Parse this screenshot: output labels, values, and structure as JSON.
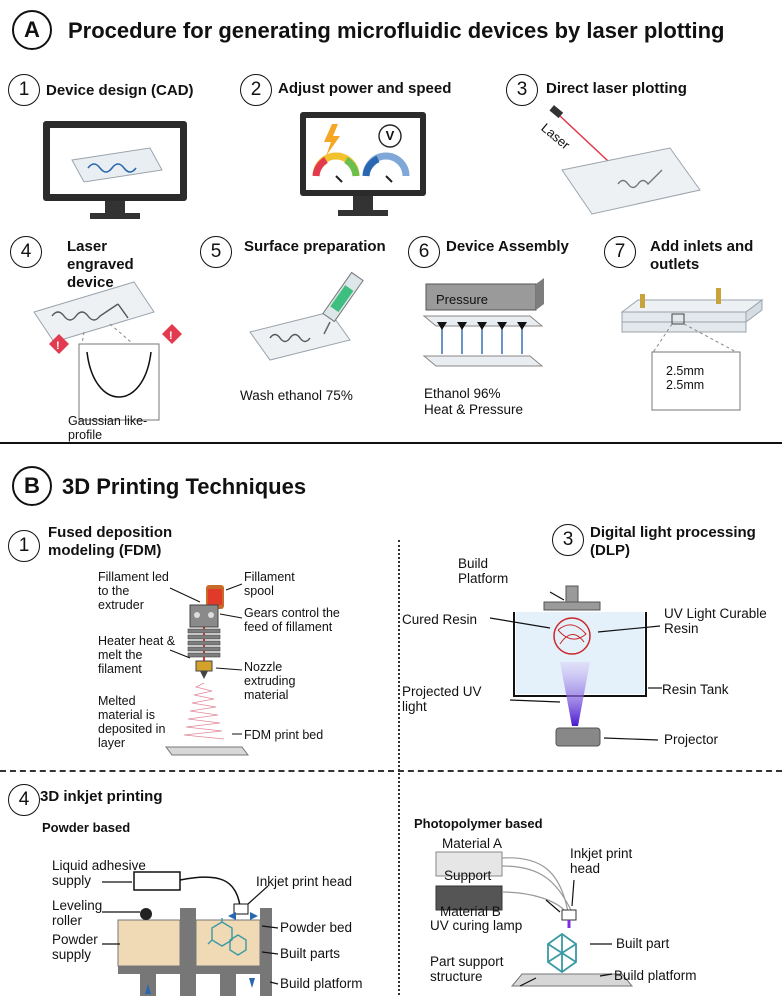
{
  "section_a": {
    "letter": "A",
    "title": "Procedure for generating microfluidic devices by laser plotting",
    "steps": [
      {
        "num": "1",
        "label": "Device design (CAD)"
      },
      {
        "num": "2",
        "label": "Adjust power and speed"
      },
      {
        "num": "3",
        "label": "Direct laser plotting"
      },
      {
        "num": "4",
        "label": "Laser engraved device"
      },
      {
        "num": "5",
        "label": "Surface preparation"
      },
      {
        "num": "6",
        "label": "Device Assembly"
      },
      {
        "num": "7",
        "label": "Add inlets and outlets"
      }
    ],
    "laser_text": "Laser",
    "gauge_v": "V",
    "gaussian": "Gaussian like-profile",
    "wash": "Wash ethanol 75%",
    "pressure": "Pressure",
    "assembly_note_1": "Ethanol 96%",
    "assembly_note_2": "Heat & Pressure",
    "dim_1": "2.5mm",
    "dim_2": "2.5mm"
  },
  "section_b": {
    "letter": "B",
    "title": "3D Printing Techniques",
    "fdm": {
      "num": "1",
      "title": "Fused deposition modeling (FDM)",
      "fil_led": "Fillament led to the extruder",
      "spool": "Fillament spool",
      "gears": "Gears control the feed  of fillament",
      "heater": "Heater heat & melt the filament",
      "nozzle": "Nozzle extruding material",
      "melted": "Melted material is deposited in layer",
      "bed": "FDM print bed"
    },
    "dlp": {
      "num": "3",
      "title": "Digital light processing (DLP)",
      "build_platform": "Build Platform",
      "cured": "Cured Resin",
      "uv_resin": "UV Light Curable Resin",
      "projected": "Projected UV light",
      "tank": "Resin Tank",
      "projector": "Projector"
    },
    "inkjet": {
      "num": "4",
      "title": "3D inkjet printing",
      "powder_based": "Powder based",
      "liquid": "Liquid adhesive supply",
      "head": "Inkjet print head",
      "leveling": "Leveling roller",
      "powder_supply": "Powder supply",
      "powder_bed": "Powder bed",
      "built_parts": "Built parts",
      "build_platform": "Build platform",
      "photopolymer": "Photopolymer based",
      "mat_a": "Material A",
      "support": "Support",
      "mat_b": "Material B",
      "uv_lamp": "UV curing lamp",
      "head2": "Inkjet print head",
      "built_part": "Built part",
      "part_support": "Part support structure",
      "build_platform2": "Build platform"
    }
  },
  "colors": {
    "accent_red": "#e23a4e",
    "blue": "#2a67b1",
    "teal": "#3b9aa3",
    "violet": "#7a2ee0",
    "sand": "#f0d9b5"
  }
}
